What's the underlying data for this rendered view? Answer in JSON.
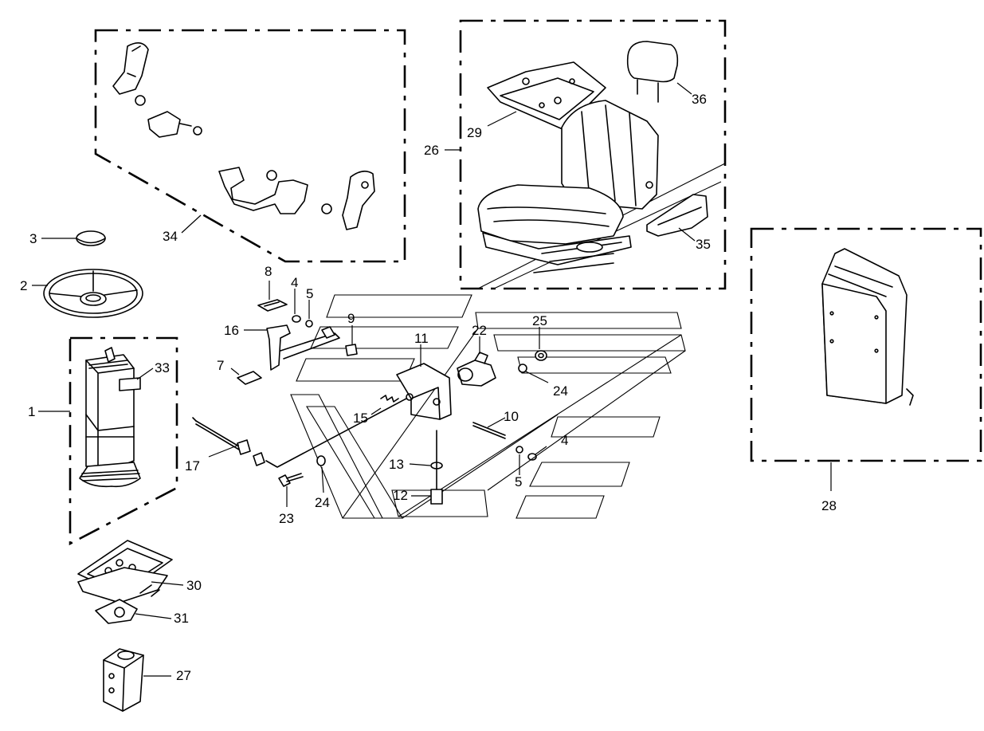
{
  "callouts": {
    "c1": "1",
    "c2": "2",
    "c3": "3",
    "c4a": "4",
    "c4b": "4",
    "c5a": "5",
    "c5b": "5",
    "c7": "7",
    "c8": "8",
    "c9": "9",
    "c10": "10",
    "c11": "11",
    "c12": "12",
    "c13": "13",
    "c15": "15",
    "c16": "16",
    "c17": "17",
    "c22": "22",
    "c23": "23",
    "c24a": "24",
    "c24b": "24",
    "c25": "25",
    "c26": "26",
    "c27": "27",
    "c28": "28",
    "c29": "29",
    "c30": "30",
    "c31": "31",
    "c33": "33",
    "c34": "34",
    "c35": "35",
    "c36": "36"
  },
  "icons": {
    "steering_column": "steering-column-icon",
    "steering_wheel": "steering-wheel-icon",
    "seat": "seat-icon",
    "cab_panel": "cab-panel-icon"
  }
}
